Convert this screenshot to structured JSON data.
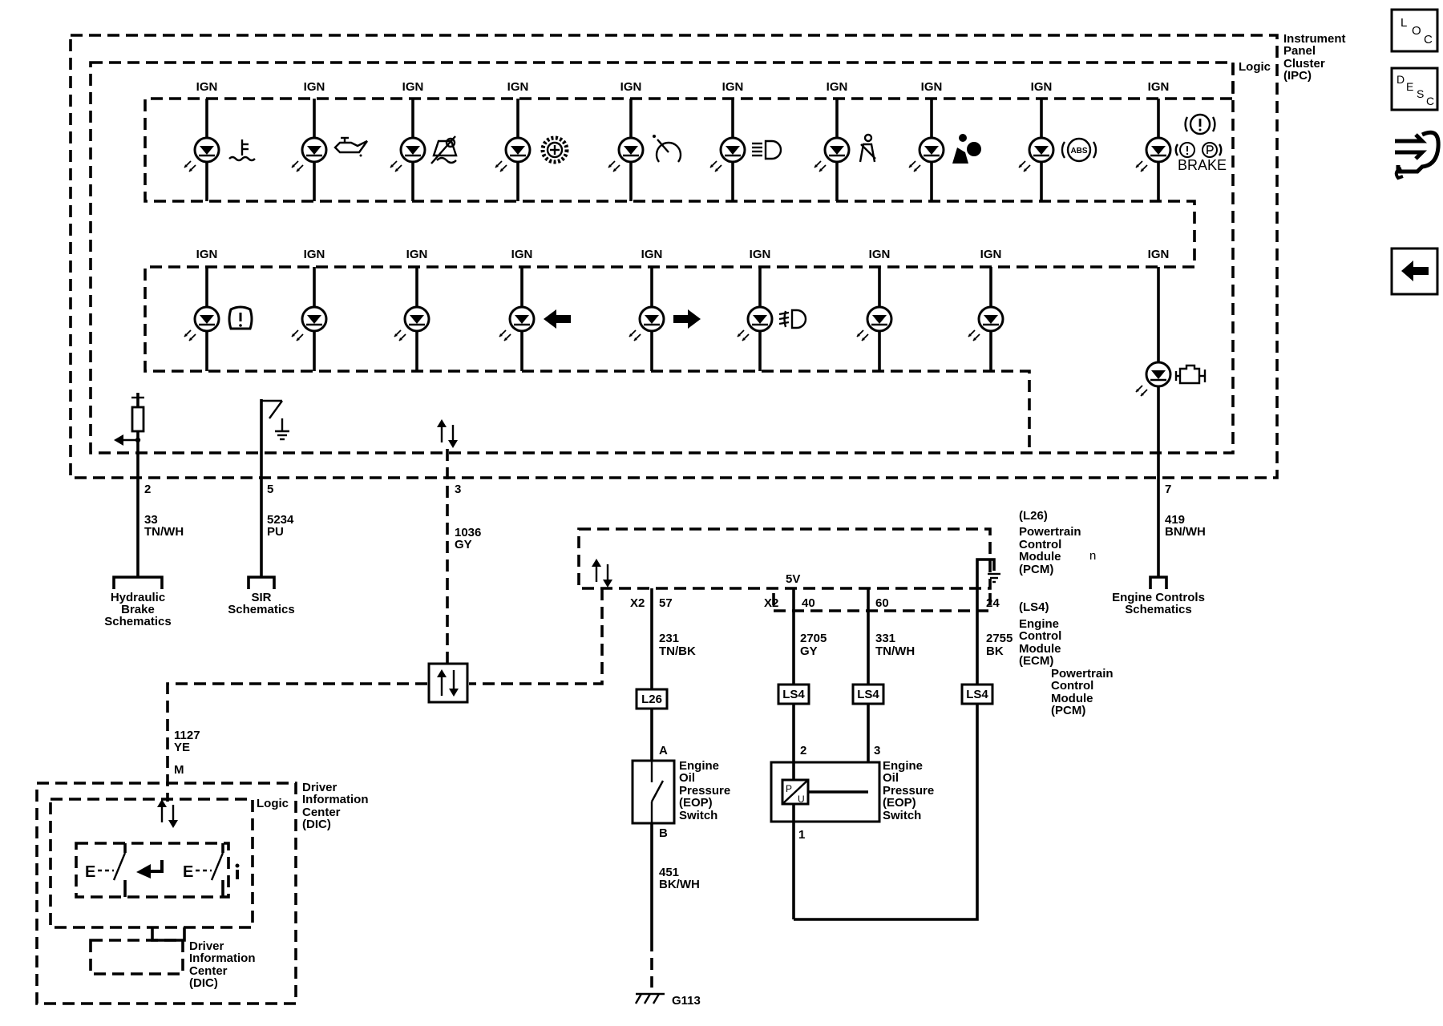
{
  "ipc": {
    "title": [
      "Instrument",
      "Panel",
      "Cluster",
      "(IPC)"
    ],
    "logic": "Logic",
    "ign": "IGN",
    "brake": "BRAKE",
    "abs": "ABS"
  },
  "pins": {
    "p2": "2",
    "c33": "33",
    "col33": "TN/WH",
    "p5": "5",
    "c5234": "5234",
    "col5234": "PU",
    "p3": "3",
    "c1036": "1036",
    "col1036": "GY",
    "p7": "7",
    "c419": "419",
    "col419": "BN/WH"
  },
  "refs": {
    "hydraulic": [
      "Hydraulic",
      "Brake",
      "Schematics"
    ],
    "sir": [
      "SIR",
      "Schematics"
    ],
    "engine": [
      "Engine Controls",
      "Schematics"
    ]
  },
  "pcm": {
    "l26": "(L26)",
    "title": [
      "Powertrain",
      "Control",
      "Module",
      "(PCM)"
    ],
    "n": "n",
    "ls4": "(LS4)",
    "ecm": [
      "Engine",
      "Control",
      "Module",
      "(ECM)"
    ],
    "pcm2": [
      "Powertrain",
      "Control",
      "Module",
      "(PCM)"
    ],
    "v5": "5V",
    "x2a": "X2",
    "p57": "57",
    "x2b": "X2",
    "p40": "40",
    "p60": "60",
    "p24": "24"
  },
  "wires": {
    "c231": "231",
    "col231": "TN/BK",
    "c2705": "2705",
    "col2705": "GY",
    "c331": "331",
    "col331": "TN/WH",
    "c2755": "2755",
    "col2755": "BK",
    "c451": "451",
    "col451": "BK/WH",
    "c1127": "1127",
    "col1127": "YE",
    "m": "M",
    "tag_l26": "L26",
    "tag_ls4a": "LS4",
    "tag_ls4b": "LS4",
    "tag_ls4c": "LS4"
  },
  "eop": {
    "a": "A",
    "b": "B",
    "name": [
      "Engine",
      "Oil",
      "Pressure",
      "(EOP)",
      "Switch"
    ],
    "p2": "2",
    "p3": "3",
    "p1": "1",
    "name2": [
      "Engine",
      "Oil",
      "Pressure",
      "(EOP)",
      "Switch"
    ],
    "p": "P",
    "u": "U"
  },
  "ground": {
    "g113": "G113"
  },
  "dic": {
    "title": [
      "Driver",
      "Information",
      "Center",
      "(DIC)"
    ],
    "logic": "Logic",
    "e": "E",
    "sub": [
      "Driver",
      "Information",
      "Center",
      "(DIC)"
    ]
  },
  "side": {
    "loc": [
      "L",
      "O",
      "C"
    ],
    "desc": [
      "D",
      "E",
      "S",
      "C"
    ]
  }
}
